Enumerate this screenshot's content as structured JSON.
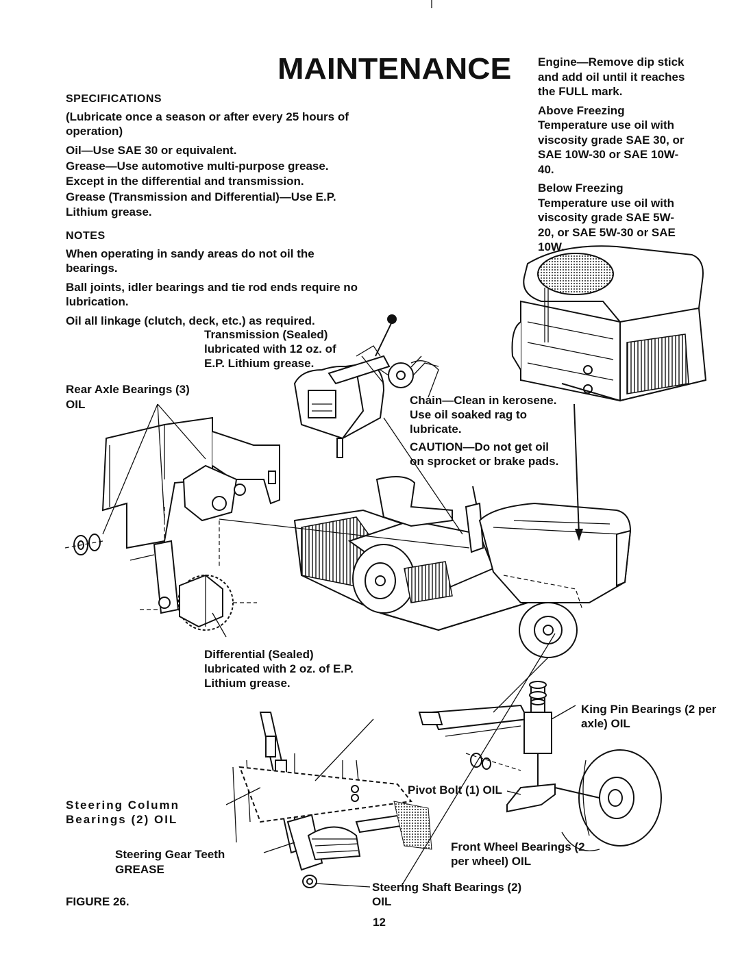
{
  "title": "MAINTENANCE",
  "specifications": {
    "heading": "SPECIFICATIONS",
    "lines": [
      "(Lubricate once a season or after every 25 hours of operation)",
      "Oil—Use SAE 30 or equivalent.",
      "Grease—Use automotive multi-purpose grease. Except in the differential and transmission.",
      "Grease (Transmission and Differential)—Use E.P. Lithium grease."
    ]
  },
  "notes": {
    "heading": "NOTES",
    "lines": [
      "When operating in sandy areas do not oil the bearings.",
      "Ball joints, idler bearings and tie rod ends require no lubrication.",
      "Oil all linkage (clutch, deck, etc.) as required."
    ]
  },
  "engine": {
    "lines": [
      "Engine—Remove dip stick and add oil until it reaches the FULL mark.",
      "Above Freezing Temperature use oil with viscosity grade SAE 30, or SAE 10W-30 or SAE 10W-40.",
      "Below Freezing Temperature use oil with viscosity grade SAE 5W-20, or SAE 5W-30 or SAE 10W."
    ]
  },
  "labels": {
    "transmission": "Transmission (Sealed) lubricated with 12 oz. of E.P. Lithium grease.",
    "rear_axle": "Rear Axle Bearings (3)",
    "rear_axle_oil": "OIL",
    "chain": "Chain—Clean in kerosene. Use oil soaked rag to lubricate.",
    "caution": "CAUTION—Do not get oil on sprocket or brake pads.",
    "differential": "Differential (Sealed) lubricated with 2 oz. of E.P. Lithium grease.",
    "king_pin": "King Pin Bearings (2 per axle) OIL",
    "pivot_bolt": "Pivot Bolt (1) OIL",
    "steering_column": "Steering Column Bearings (2) OIL",
    "steering_gear": "Steering Gear Teeth",
    "steering_gear_grease": "GREASE",
    "front_wheel": "Front Wheel Bearings (2 per wheel) OIL",
    "steering_shaft": "Steering Shaft Bearings (2) OIL",
    "figure": "FIGURE 26."
  },
  "page_number": "12"
}
